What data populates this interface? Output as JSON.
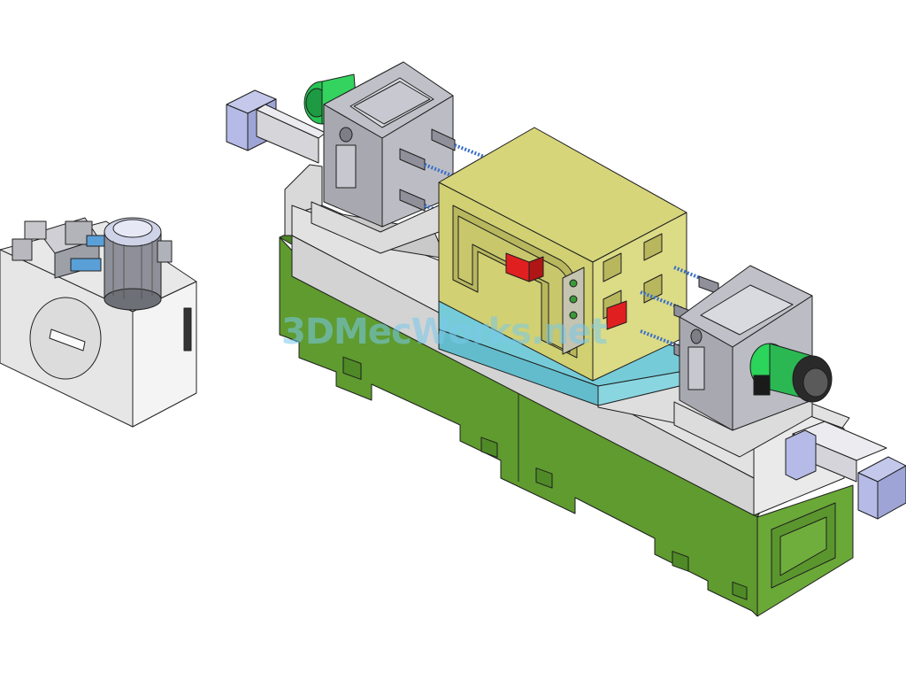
{
  "watermark": {
    "text": "3DMecWorks.net",
    "color": "#78c8eb"
  },
  "palette": {
    "bed_green": "#5e9a2e",
    "bed_green_dark": "#4c8224",
    "casting_grey": "#dcdcdc",
    "head_grey": "#a7a7ad",
    "guard_yellow": "#d0cf73",
    "table_cyan": "#74cbd7",
    "motor_green": "#2ad25a",
    "button_red": "#e01e1e"
  },
  "icons": [
    "hydraulic-unit",
    "electric-motor",
    "spindle-head",
    "machine-bed",
    "safety-guard",
    "control-panel",
    "hydraulic-cylinder"
  ]
}
